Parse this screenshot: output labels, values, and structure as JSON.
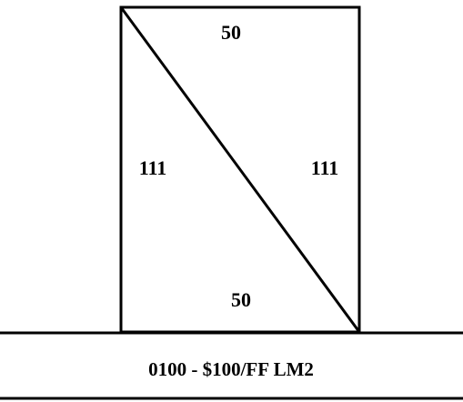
{
  "diagram": {
    "labels": {
      "top": "50",
      "left": "111",
      "right": "111",
      "bottom": "50"
    },
    "caption": "0100 - $100/FF LM2",
    "stroke_color": "#000000",
    "background_color": "#ffffff"
  }
}
